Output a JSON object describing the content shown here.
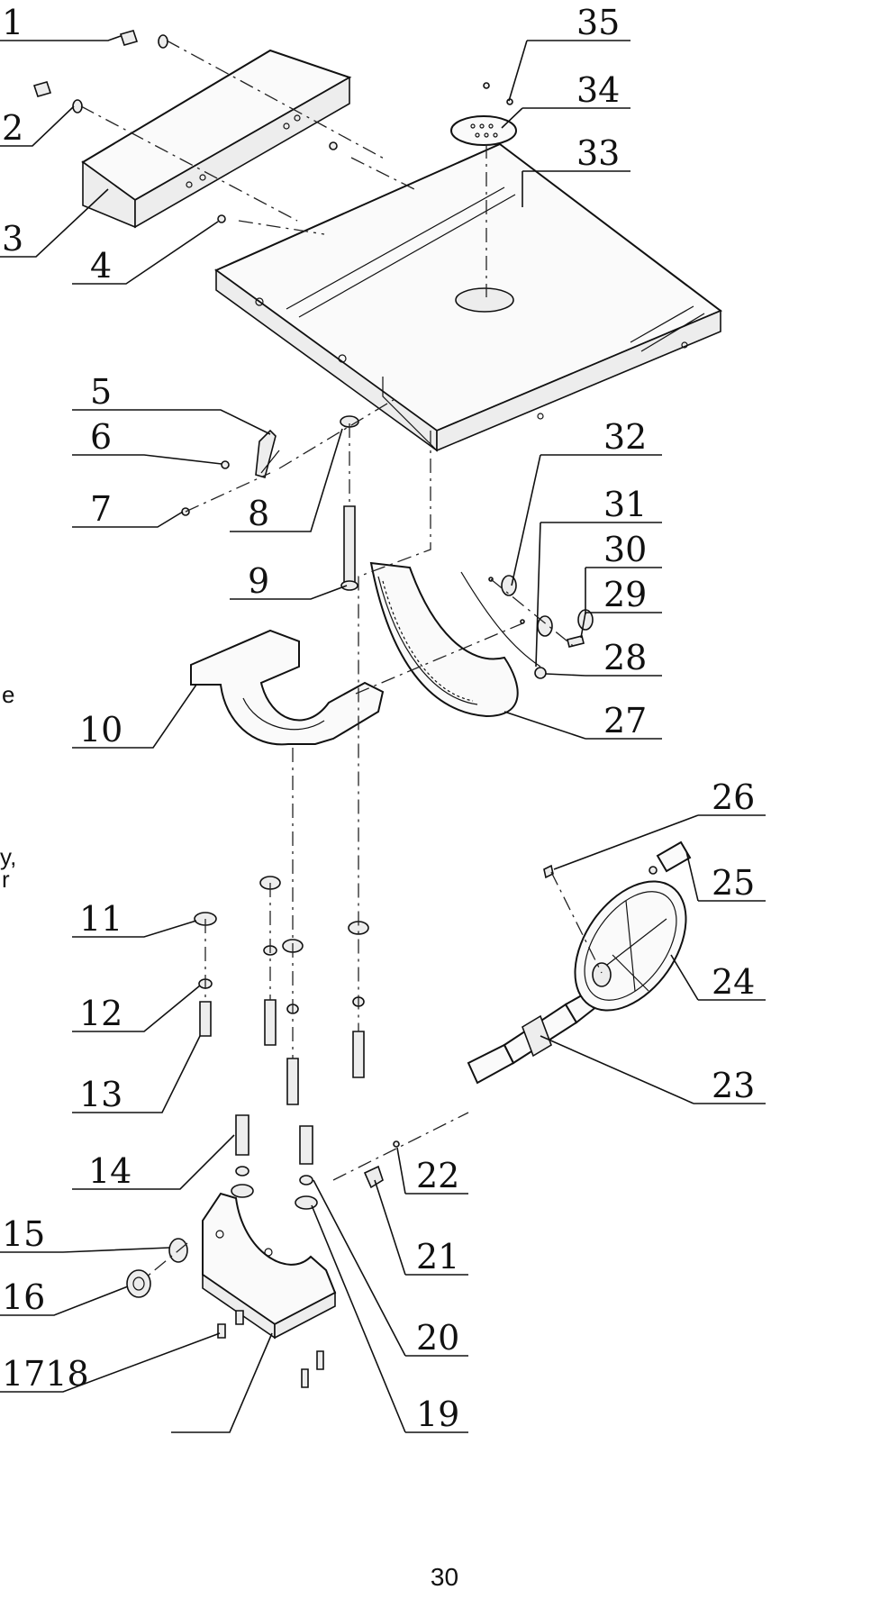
{
  "callouts": [
    {
      "id": "1",
      "label": "1"
    },
    {
      "id": "2",
      "label": "2"
    },
    {
      "id": "3",
      "label": "3"
    },
    {
      "id": "4",
      "label": "4"
    },
    {
      "id": "5",
      "label": "5"
    },
    {
      "id": "6",
      "label": "6"
    },
    {
      "id": "7",
      "label": "7"
    },
    {
      "id": "8",
      "label": "8"
    },
    {
      "id": "9",
      "label": "9"
    },
    {
      "id": "10",
      "label": "10"
    },
    {
      "id": "11",
      "label": "11"
    },
    {
      "id": "12",
      "label": "12"
    },
    {
      "id": "13",
      "label": "13"
    },
    {
      "id": "14",
      "label": "14"
    },
    {
      "id": "15",
      "label": "15"
    },
    {
      "id": "16",
      "label": "16"
    },
    {
      "id": "1718",
      "label": "1718"
    },
    {
      "id": "19",
      "label": "19"
    },
    {
      "id": "20",
      "label": "20"
    },
    {
      "id": "21",
      "label": "21"
    },
    {
      "id": "22",
      "label": "22"
    },
    {
      "id": "23",
      "label": "23"
    },
    {
      "id": "24",
      "label": "24"
    },
    {
      "id": "25",
      "label": "25"
    },
    {
      "id": "26",
      "label": "26"
    },
    {
      "id": "27",
      "label": "27"
    },
    {
      "id": "28",
      "label": "28"
    },
    {
      "id": "29",
      "label": "29"
    },
    {
      "id": "30",
      "label": "30"
    },
    {
      "id": "31",
      "label": "31"
    },
    {
      "id": "32",
      "label": "32"
    },
    {
      "id": "33",
      "label": "33"
    },
    {
      "id": "34",
      "label": "34"
    },
    {
      "id": "35",
      "label": "35"
    }
  ],
  "cut_text": [
    "e",
    "",
    "",
    "y,",
    "r"
  ],
  "page_number": "30"
}
